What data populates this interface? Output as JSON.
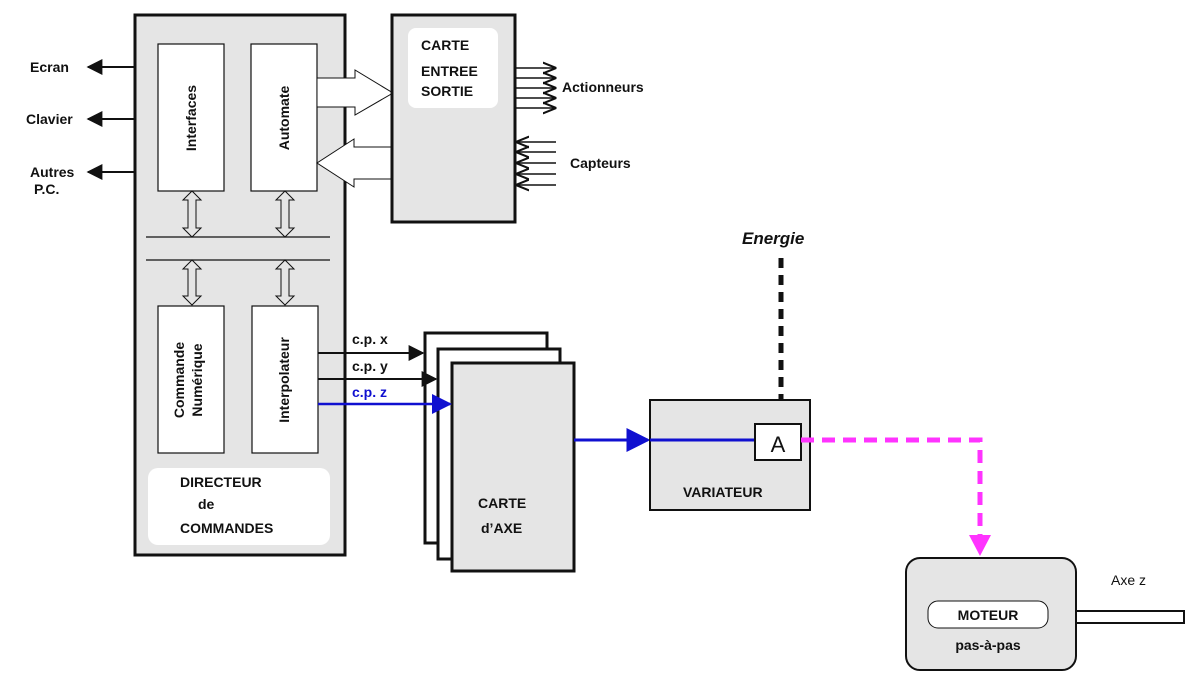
{
  "diagram": {
    "external_io": {
      "ecran": "Ecran",
      "clavier": "Clavier",
      "autres_line1": "Autres",
      "autres_line2": "P.C."
    },
    "directeur": {
      "interfaces": "Interfaces",
      "automate": "Automate",
      "commande_line1": "Commande",
      "commande_line2": "Numérique",
      "interpolateur": "Interpolateur",
      "title_line1": "DIRECTEUR",
      "title_line2": "de",
      "title_line3": "COMMANDES"
    },
    "carte_es": {
      "line1": "CARTE",
      "line2": "ENTREE",
      "line3": "SORTIE",
      "actionneurs": "Actionneurs",
      "capteurs": "Capteurs"
    },
    "signals": {
      "cpx": "c.p. x",
      "cpy": "c.p. y",
      "cpz": "c.p. z"
    },
    "carte_axe": {
      "line1": "CARTE",
      "line2": "d’AXE"
    },
    "energie": "Energie",
    "variateur": {
      "title": "VARIATEUR",
      "amp": "A"
    },
    "moteur": {
      "title": "MOTEUR",
      "subtitle": "pas-à-pas",
      "axe": "Axe z"
    },
    "colors": {
      "box_fill": "#e5e5e5",
      "stroke": "#111111",
      "blue": "#1010d0",
      "magenta": "#ff33ff"
    }
  }
}
